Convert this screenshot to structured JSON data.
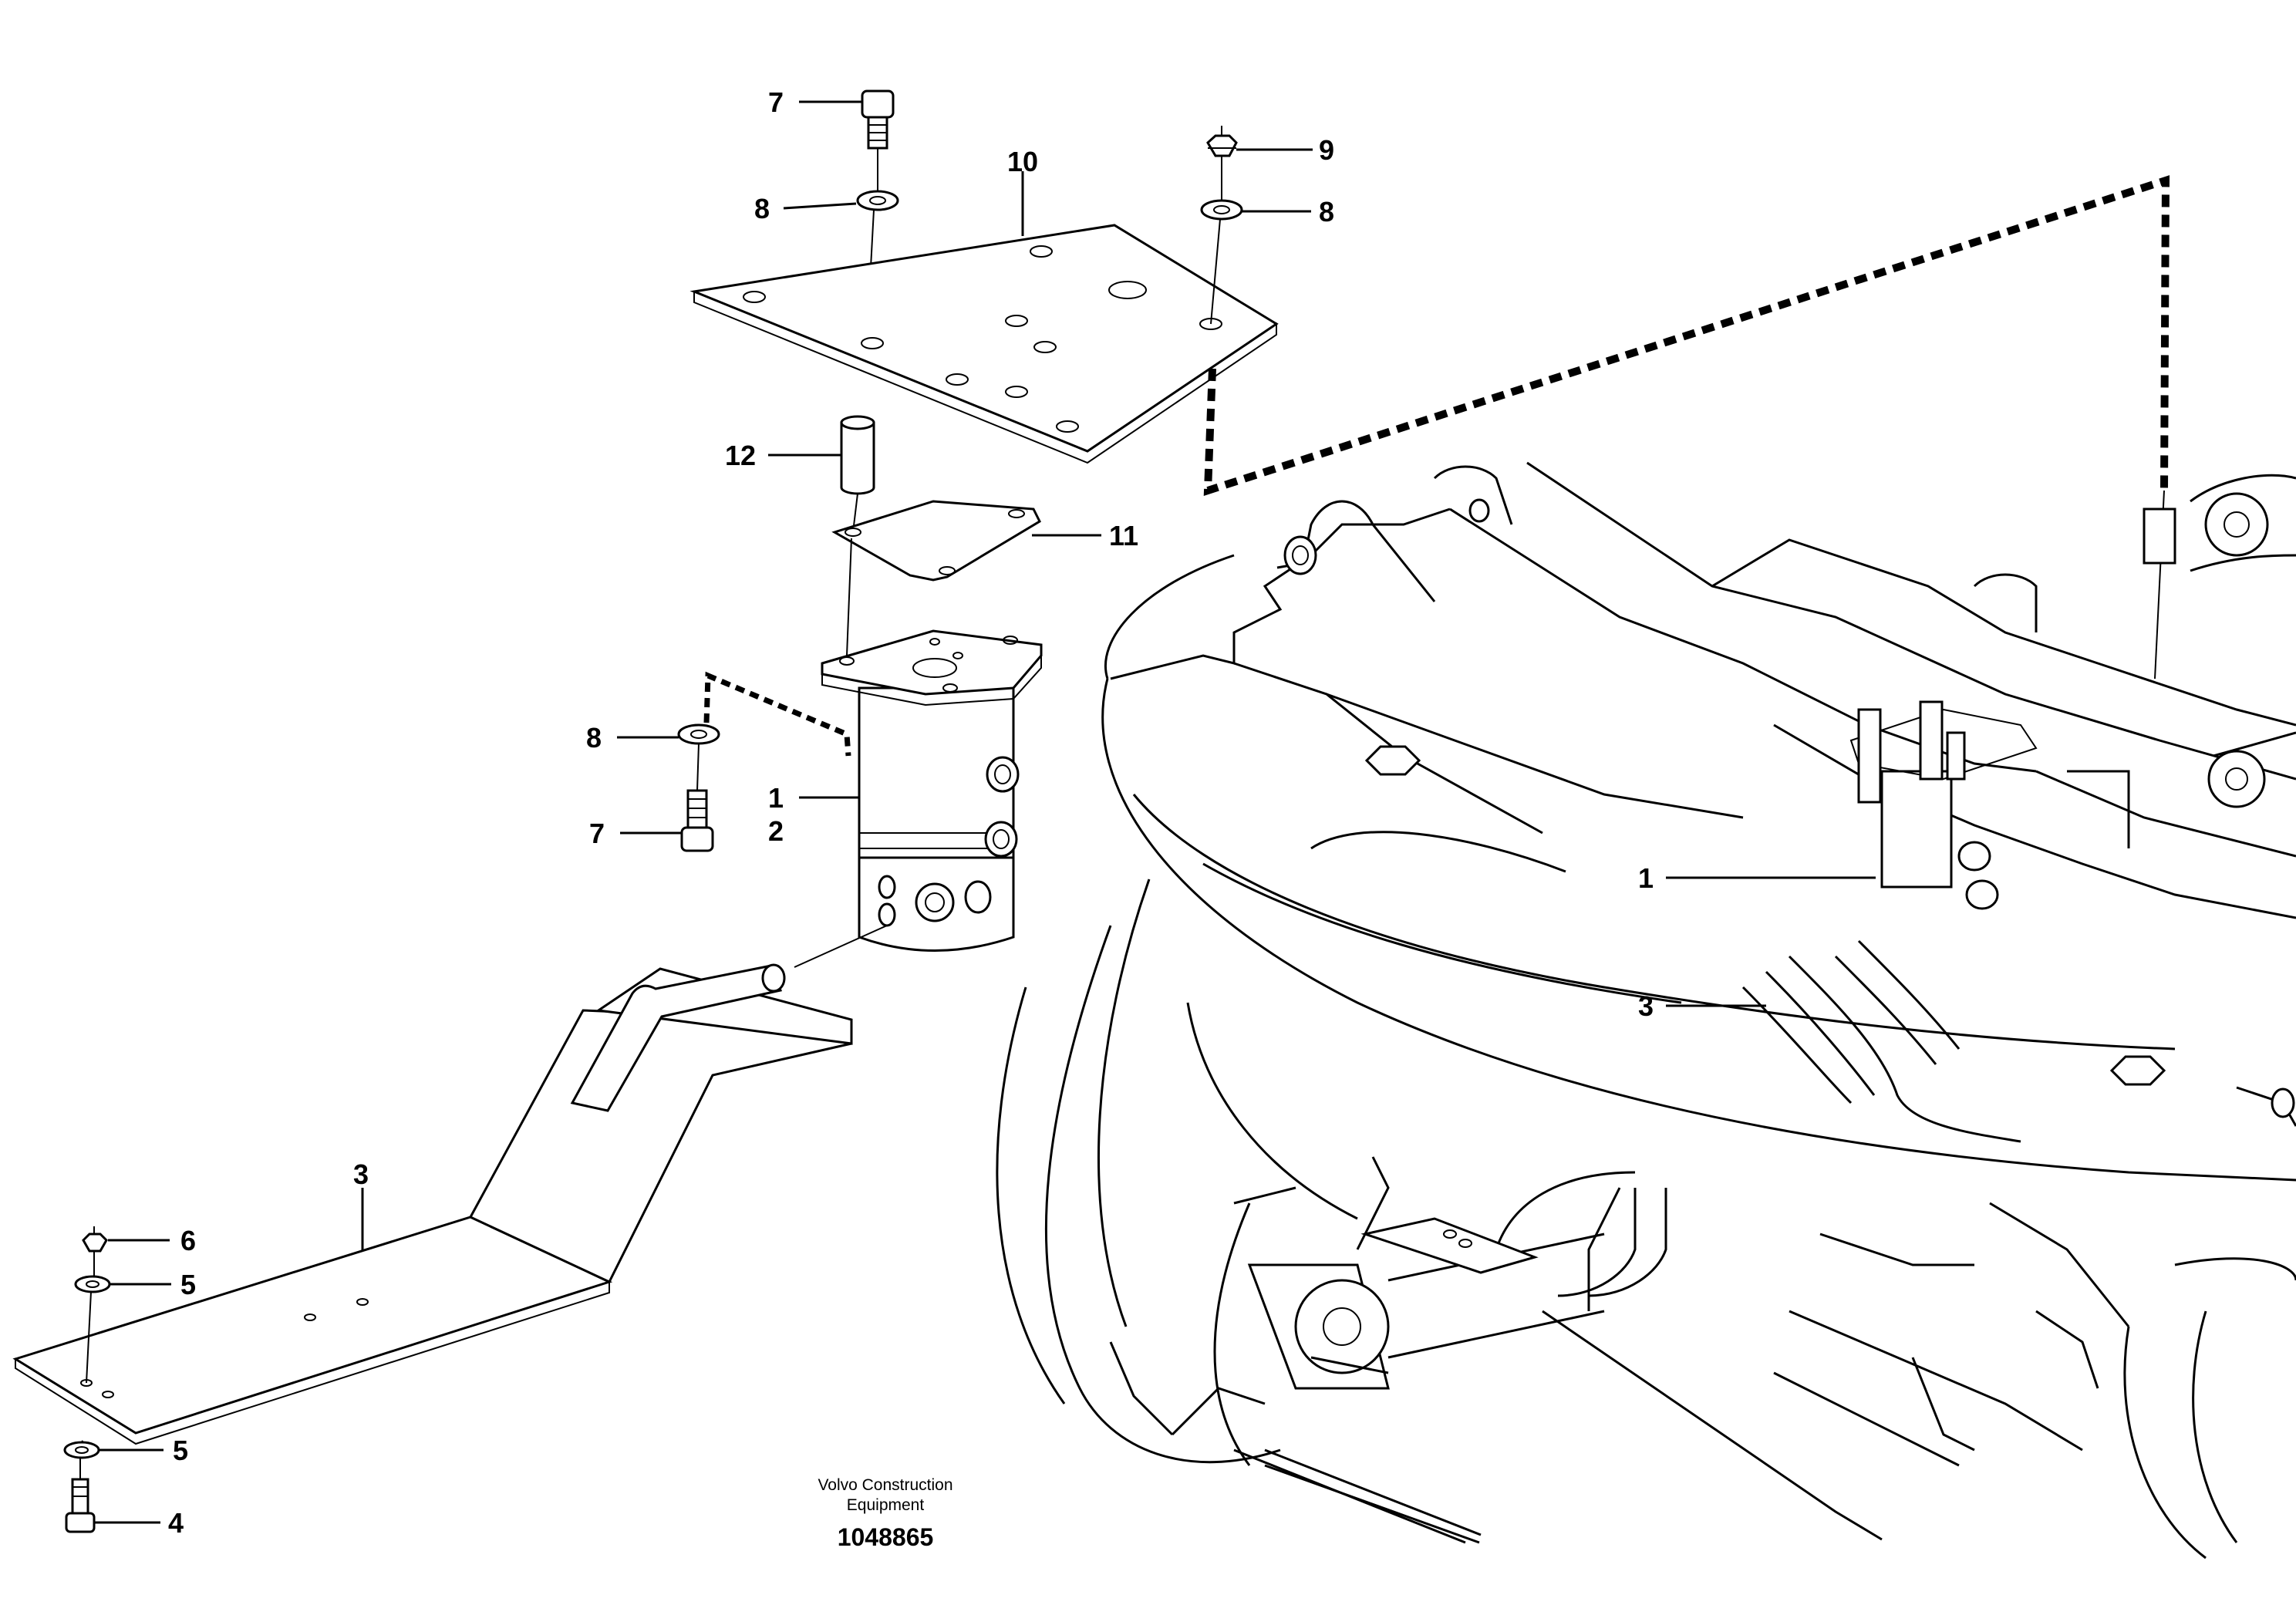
{
  "callouts": {
    "c7_top": "7",
    "c8_top_left": "8",
    "c10": "10",
    "c9": "9",
    "c8_top_right": "8",
    "c12": "12",
    "c11": "11",
    "c8_mid": "8",
    "c1_left": "1",
    "c2_left": "2",
    "c7_mid": "7",
    "c3_left": "3",
    "c6": "6",
    "c5_upper": "5",
    "c5_lower": "5",
    "c4": "4",
    "c1_right": "1",
    "c3_right": "3"
  },
  "caption": {
    "line1": "Volvo Construction",
    "line2": "Equipment",
    "part_number": "1048865"
  }
}
